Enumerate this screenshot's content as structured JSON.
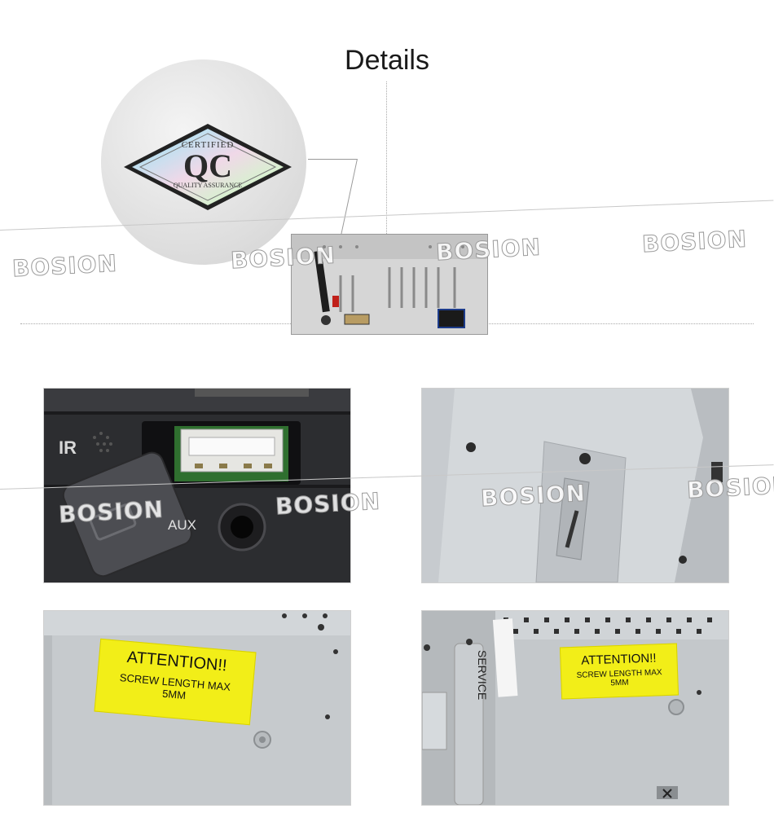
{
  "page": {
    "title": "Details"
  },
  "qc_badge": {
    "top_text": "CERTIFIED",
    "main_text": "QC",
    "bottom_text": "QUALITY ASSURANCE"
  },
  "watermark": {
    "text": "BOSION"
  },
  "panels": {
    "usb": {
      "aux_label": "AUX",
      "ir_label": "IR"
    },
    "label_left": {
      "line1": "ATTENTION!!",
      "line2": "SCREW LENGTH MAX",
      "line3": "5MM"
    },
    "label_right": {
      "line1": "ATTENTION!!",
      "line2": "SCREW LENGTH MAX",
      "line3": "5MM",
      "side_text": "SERVICE"
    }
  },
  "colors": {
    "label_yellow": "#f2ee18",
    "metal_gray": "#c9cdd0",
    "panel_dark": "#2c2d30"
  }
}
